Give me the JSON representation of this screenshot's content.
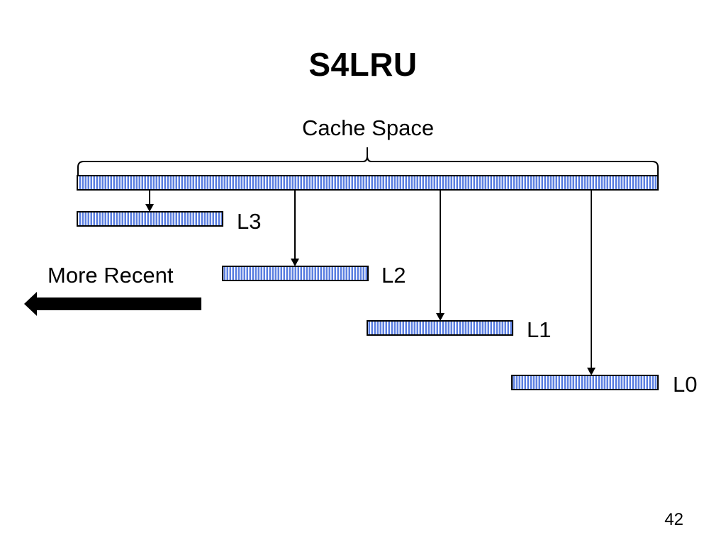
{
  "slide": {
    "title": "S4LRU",
    "cache_label": "Cache Space",
    "more_recent_label": "More Recent",
    "page_number": "42"
  },
  "levels": [
    {
      "id": "L3",
      "label": "L3"
    },
    {
      "id": "L2",
      "label": "L2"
    },
    {
      "id": "L1",
      "label": "L1"
    },
    {
      "id": "L0",
      "label": "L0"
    }
  ],
  "colors": {
    "bar_fill": "#5b7fe0",
    "bar_stripe": "#ffffff",
    "outline": "#000000",
    "arrow": "#000000"
  }
}
